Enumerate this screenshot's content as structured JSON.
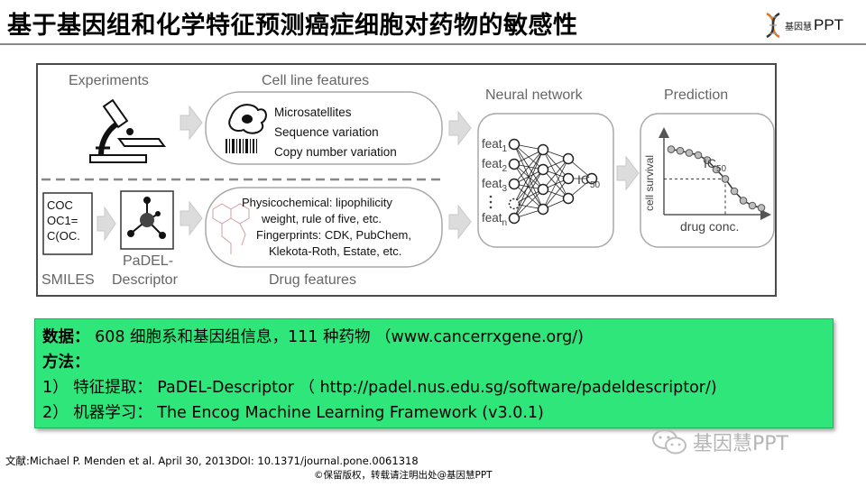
{
  "slide": {
    "title": "基于基因组和化学特征预测癌症细胞对药物的敏感性",
    "logo": {
      "text_cn": "基因慧",
      "text_en": "PPT",
      "icon": "dna-helix-icon",
      "accent": "#e8741b"
    }
  },
  "figure": {
    "experiments_label": "Experiments",
    "cell_features_label": "Cell line features",
    "cell_features_items": [
      "Microsatellites",
      "Sequence variation",
      "Copy number variation"
    ],
    "smiles_code": [
      "COC",
      "OC1=",
      "C(OC."
    ],
    "smiles_label": "SMILES",
    "padel_label_1": "PaDEL-",
    "padel_label_2": "Descriptor",
    "drug_features_lines": [
      "Physicochemical: lipophilicity",
      "weight, rule of five, etc.",
      "Fingerprints: CDK, PubChem,",
      "Klekota-Roth, Estate, etc."
    ],
    "drug_features_label": "Drug features",
    "neural_network_label": "Neural network",
    "feat_labels": [
      "feat",
      "feat",
      "feat",
      "feat"
    ],
    "feat_subscripts": [
      "1",
      "2",
      "3",
      "n"
    ],
    "ic50_main": "IC",
    "ic50_sub": "50",
    "prediction_label": "Prediction",
    "ylabel": "cell survival",
    "xlabel": "drug conc.",
    "curve_label_main": "IC",
    "curve_label_sub": "50",
    "curve_points": [
      0.88,
      0.86,
      0.83,
      0.8,
      0.73,
      0.6,
      0.47,
      0.3,
      0.17,
      0.1,
      0.07
    ],
    "colors": {
      "panel_border": "#a8a8a8",
      "arrow": "#d9d9d9",
      "dot_fill": "#bdbdbd"
    }
  },
  "info": {
    "data_label": "数据：",
    "data_text": " 608 细胞系和基因组信息，111 种药物 （www.cancerrxgene.org/)",
    "method_label": "方法：",
    "method1": "1） 特征提取：  PaDEL-Descriptor   （ http://padel.nus.edu.sg/software/padeldescriptor/)",
    "method2": "2） 机器学习：  The Encog Machine Learning Framework (v3.0.1)",
    "bg_color": "#2fe67b"
  },
  "footer": {
    "reference": "文献:Michael P. Menden et al. April 30, 2013DOI: 10.1371/journal.pone.0061318",
    "copyright": "©保留版权，转载请注明出处@基因慧PPT",
    "wechat_text": "基因慧PPT",
    "wechat_icon": "wechat-icon"
  }
}
